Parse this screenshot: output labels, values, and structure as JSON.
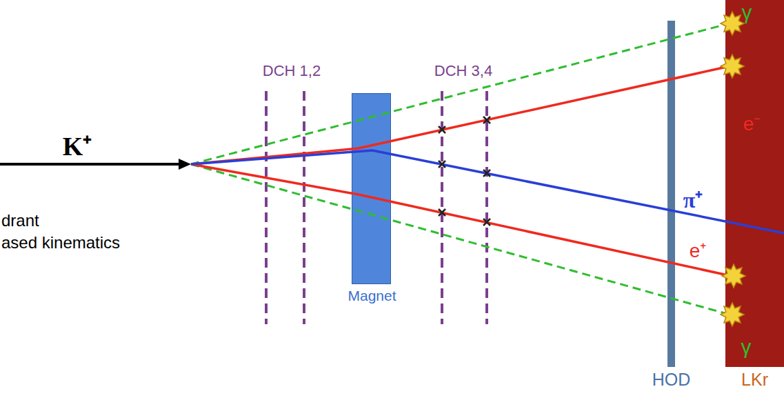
{
  "diagram": {
    "nodes": [
      {
        "text": [
          "Magnet"
        ]
      },
      {
        "text": [
          "HOD"
        ]
      },
      {
        "text": [
          "LKr"
        ]
      }
    ],
    "labels": [
      "K⁺",
      "DCH 1,2",
      "DCH 3,4",
      "γ",
      "e⁻",
      "π⁺",
      "e⁺",
      "γ",
      "drant",
      "ased kinematics"
    ]
  }
}
